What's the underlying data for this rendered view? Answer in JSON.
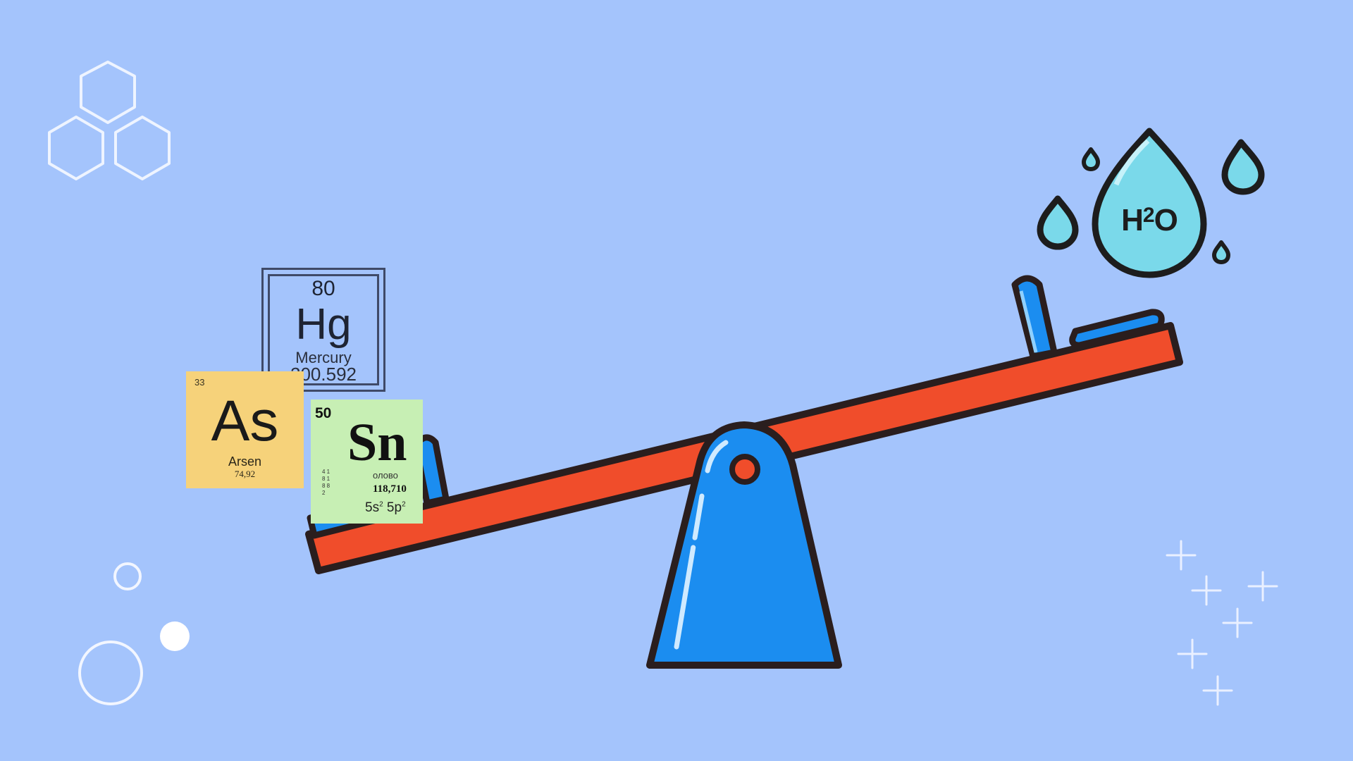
{
  "scene": {
    "background_color": "#a4c4fc",
    "colors": {
      "plank": "#f04d2b",
      "base": "#1b8df0",
      "outline": "#2a1e1e",
      "water": "#7ad9ea",
      "as_tile": "#f6d27a",
      "sn_tile": "#c7efb4"
    }
  },
  "elements": {
    "hg": {
      "number": "80",
      "symbol": "Hg",
      "name": "Mercury",
      "mass": "200.592"
    },
    "as": {
      "number": "33",
      "symbol": "As",
      "name": "Arsen",
      "mass": "74,92"
    },
    "sn": {
      "number": "50",
      "symbol": "Sn",
      "name": "олово",
      "mass": "118,710",
      "shells": "4 18 18 8 2",
      "config_1": "5s",
      "config_1_sup": "2",
      "config_2": "5p",
      "config_2_sup": "2"
    }
  },
  "water": {
    "prefix": "H",
    "sup": "2",
    "suffix": "O"
  },
  "decorations": {
    "hexagons": "hexagon-cluster-icon",
    "circles": "bubble-circles-icon",
    "sparkles": "sparkle-cross-icon"
  }
}
